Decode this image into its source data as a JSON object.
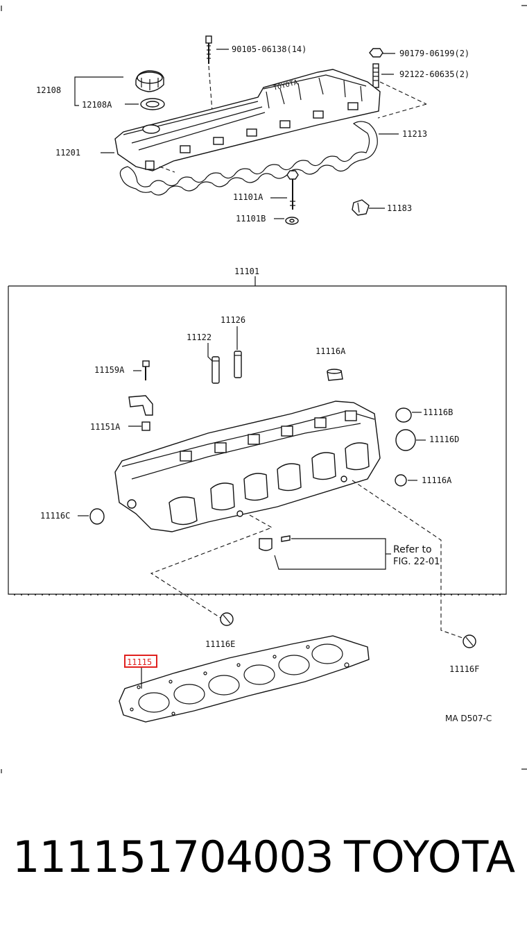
{
  "labels": {
    "l90105": "90105-06138(14)",
    "l90179": "90179-06199(2)",
    "l92122": "92122-60635(2)",
    "l12108": "12108",
    "l12108A": "12108A",
    "l11201": "11201",
    "l11213": "11213",
    "l11101A": "11101A",
    "l11101B": "11101B",
    "l11183": "11183",
    "l11101": "11101",
    "l11126": "11126",
    "l11122": "11122",
    "l11116A_top": "11116A",
    "l11159A": "11159A",
    "l11151A": "11151A",
    "l11116B": "11116B",
    "l11116D": "11116D",
    "l11116A_right": "11116A",
    "l11116C": "11116C",
    "refer1": "Refer to",
    "refer2": "FIG. 22-01",
    "l11116E": "11116E",
    "l11115": "11115",
    "l11116F": "11116F",
    "code": "MA D507-C"
  },
  "footer": {
    "part_number": "11115170400З",
    "brand": "TOYOTA"
  },
  "highlight_color": "#e0201e"
}
